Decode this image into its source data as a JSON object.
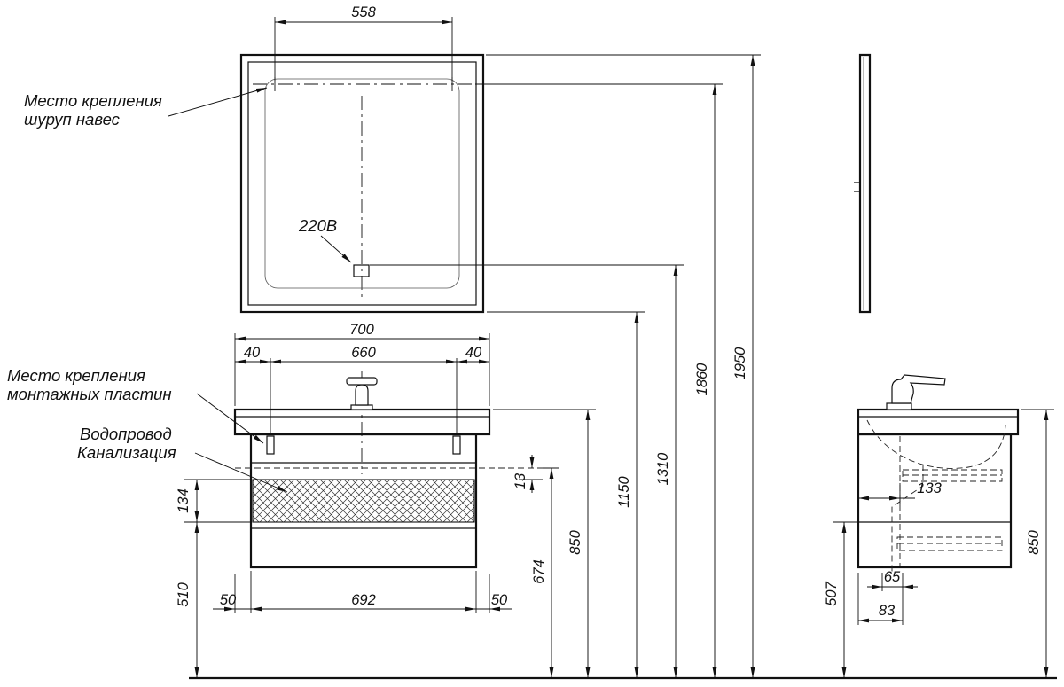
{
  "drawing": {
    "labels": {
      "mirror_mount_1": "Место крепления",
      "mirror_mount_2": "шуруп навес",
      "power": "220В",
      "plate_mount_1": "Место крепления",
      "plate_mount_2": "монтажных пластин",
      "water": "Водопровод",
      "sewer": "Канализация"
    },
    "front_dims": {
      "mirror_holes_spacing": "558",
      "top_width": "700",
      "plate_offset_left": "40",
      "plate_spacing": "660",
      "plate_offset_right": "40",
      "pipe_gap": "13",
      "service_zone_height": "134",
      "service_zone_floor_height": "510",
      "bottom_inset_left": "50",
      "bottom_width": "692",
      "bottom_inset_right": "50",
      "outlet_height": "674",
      "counter_height": "850",
      "mirror_bottom_height": "1150",
      "switch_height": "1310",
      "mirror_mount_height": "1860",
      "overall_height": "1950"
    },
    "side_dims": {
      "back_clearance": "133",
      "drain_spacing": "65",
      "drain_wall_offset": "83",
      "underside_height": "507",
      "counter_height": "850"
    }
  }
}
